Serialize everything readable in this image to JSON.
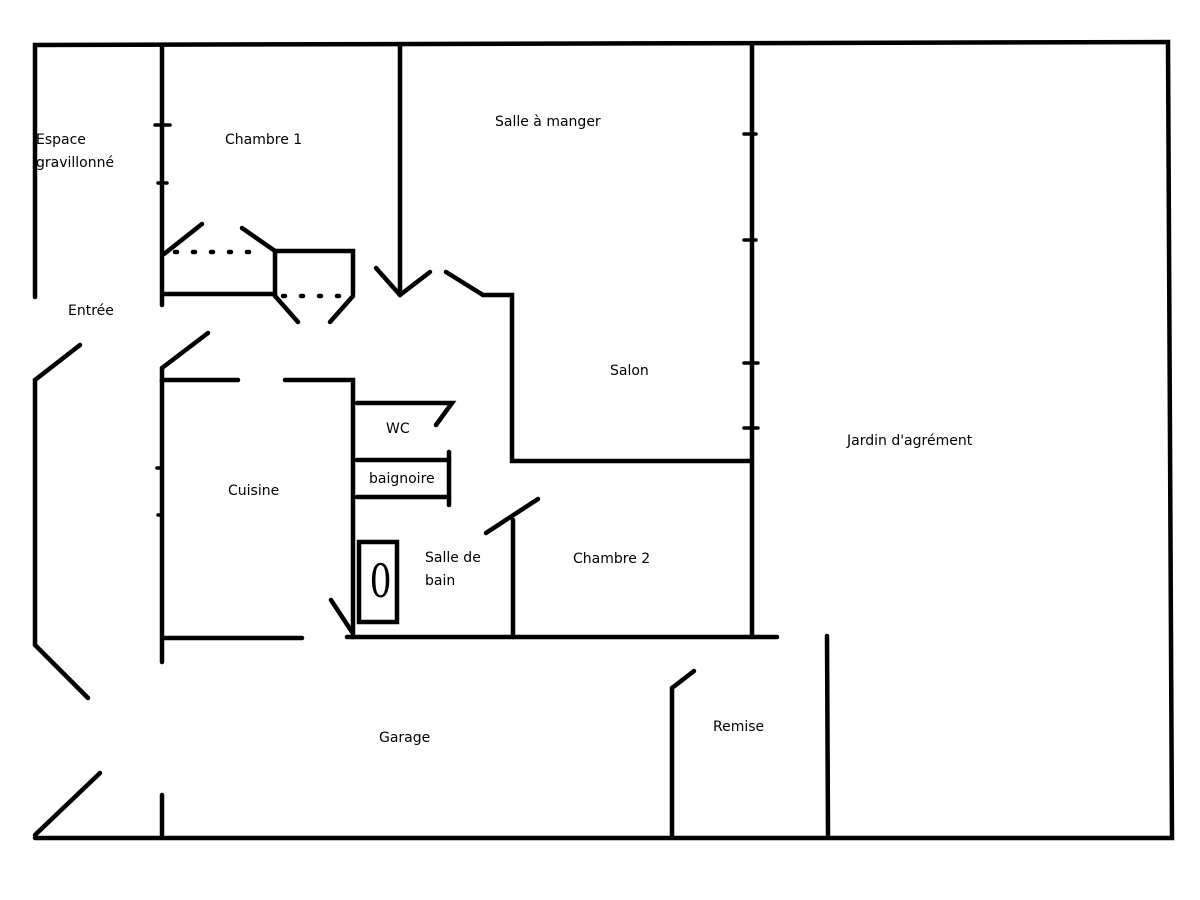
{
  "plan": {
    "rooms": {
      "espace": {
        "line1": "Espace",
        "line2": "gravillonné"
      },
      "chambre1": "Chambre 1",
      "salle_a_manger": "Salle à manger",
      "entree": "Entrée",
      "salon": "Salon",
      "jardin": "Jardin d'agrément",
      "wc": "WC",
      "baignoire": "baignoire",
      "cuisine": "Cuisine",
      "salle_de_bain": {
        "line1": "Salle de",
        "line2": "bain"
      },
      "chambre2": "Chambre 2",
      "garage": "Garage",
      "remise": "Remise"
    },
    "fixture_symbol": "0",
    "colors": {
      "ink": "#000000",
      "background": "#ffffff"
    }
  }
}
